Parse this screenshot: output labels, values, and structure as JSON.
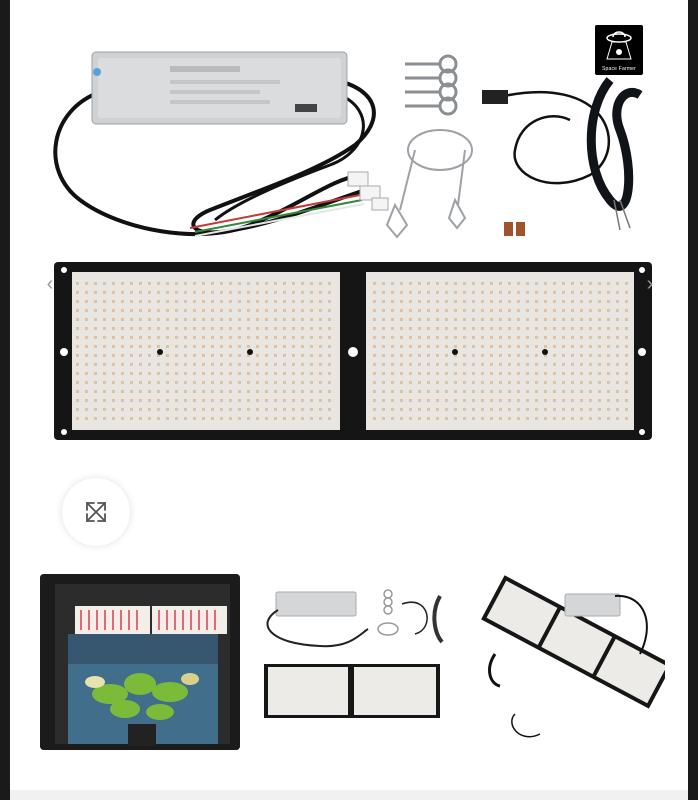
{
  "brand": {
    "name": "Space Farmer"
  },
  "gallery": {
    "prev_icon": "chevron-left-icon",
    "next_icon": "chevron-right-icon",
    "expand_icon": "expand-icon",
    "thumbnails": [
      "grow-tent-photo",
      "kit-contents-photo",
      "triple-panel-kit-photo"
    ]
  },
  "colors": {
    "panel_frame": "#151515",
    "led_board": "#e9e6e1",
    "driver_case": "#cfd2d4"
  }
}
